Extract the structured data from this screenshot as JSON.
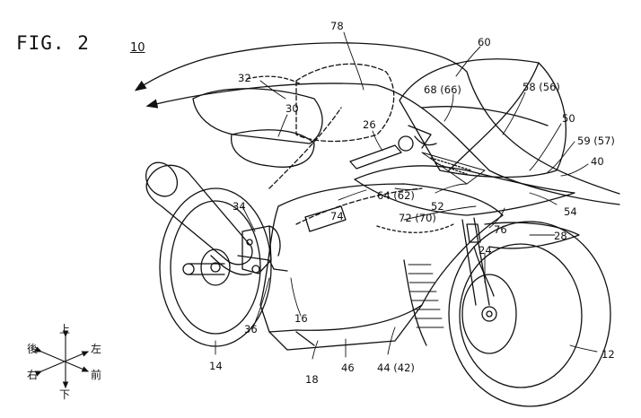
{
  "figure": {
    "title": "FIG. 2",
    "reference": "10"
  },
  "callouts": [
    {
      "id": "78",
      "text": "78"
    },
    {
      "id": "60",
      "text": "60"
    },
    {
      "id": "32",
      "text": "32"
    },
    {
      "id": "30",
      "text": "30"
    },
    {
      "id": "68",
      "text": "68 (66)"
    },
    {
      "id": "58",
      "text": "58 (56)"
    },
    {
      "id": "26",
      "text": "26"
    },
    {
      "id": "50",
      "text": "50"
    },
    {
      "id": "59",
      "text": "59 (57)"
    },
    {
      "id": "40",
      "text": "40"
    },
    {
      "id": "64",
      "text": "64 (62)"
    },
    {
      "id": "52",
      "text": "52"
    },
    {
      "id": "54",
      "text": "54"
    },
    {
      "id": "74",
      "text": "74"
    },
    {
      "id": "72",
      "text": "72 (70)"
    },
    {
      "id": "76",
      "text": "76"
    },
    {
      "id": "34",
      "text": "34"
    },
    {
      "id": "24",
      "text": "24"
    },
    {
      "id": "28",
      "text": "28"
    },
    {
      "id": "16",
      "text": "16"
    },
    {
      "id": "36",
      "text": "36"
    },
    {
      "id": "14",
      "text": "14"
    },
    {
      "id": "18",
      "text": "18"
    },
    {
      "id": "46",
      "text": "46"
    },
    {
      "id": "44",
      "text": "44 (42)"
    },
    {
      "id": "12",
      "text": "12"
    }
  ],
  "directions": {
    "up": "上",
    "down": "下",
    "rear": "後",
    "left": "左",
    "right": "右",
    "front": "前"
  }
}
